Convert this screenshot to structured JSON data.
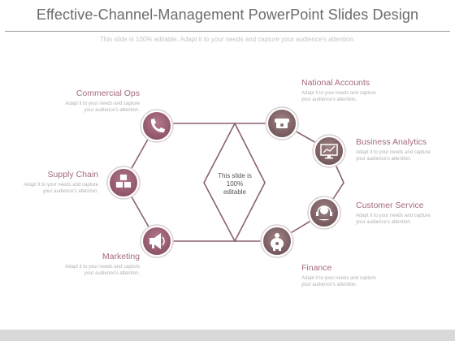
{
  "header": {
    "title": "Effective-Channel-Management PowerPoint Slides Design",
    "subtitle": "This slide is 100% editable. Adapt it to your needs and capture your audience's attention."
  },
  "center": {
    "text_line1": "This slide is",
    "text_line2": "100%",
    "text_line3": "editable"
  },
  "nodes": {
    "commercial_ops": {
      "label": "Commercial Ops",
      "desc_line1": "Adapt it to your needs and capture",
      "desc_line2": "your audience's attention.",
      "icon": "phone-icon"
    },
    "supply_chain": {
      "label": "Supply Chain",
      "desc_line1": "Adapt it to your needs and capture",
      "desc_line2": "your audience's attention.",
      "icon": "boxes-icon"
    },
    "marketing": {
      "label": "Marketing",
      "desc_line1": "Adapt it to your needs and capture",
      "desc_line2": "your audience's attention.",
      "icon": "megaphone-icon"
    },
    "national_accounts": {
      "label": "National Accounts",
      "desc_line1": "Adapt it to your needs and capture",
      "desc_line2": "your audience's attention.",
      "icon": "telephone-icon"
    },
    "business_analytics": {
      "label": "Business Analytics",
      "desc_line1": "Adapt it to your needs and capture",
      "desc_line2": "your audience's attention.",
      "icon": "monitor-chart-icon"
    },
    "customer_service": {
      "label": "Customer Service",
      "desc_line1": "Adapt it to your needs and capture",
      "desc_line2": "your audience's attention.",
      "icon": "headset-icon"
    },
    "finance": {
      "label": "Finance",
      "desc_line1": "Adapt it to your needs and capture",
      "desc_line2": "your audience's attention.",
      "icon": "piggy-bank-icon"
    }
  },
  "colors": {
    "left_node_fill": "#9e5f74",
    "right_node_fill": "#8a6d6f",
    "line": "#8a6170",
    "label": "#a36a7c"
  }
}
